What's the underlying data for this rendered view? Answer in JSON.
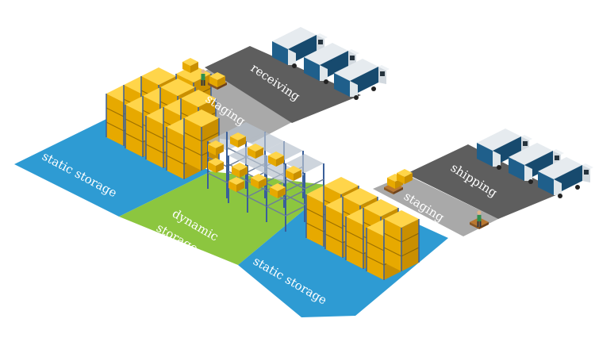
{
  "zones": {
    "receiving": "receiving",
    "staging_top": "staging",
    "static_storage_left": "static storage",
    "dynamic_storage_line1": "dynamic",
    "dynamic_storage_line2": "storage",
    "static_storage_bottom": "static storage",
    "staging_right": "staging",
    "shipping": "shipping"
  },
  "colors": {
    "static_storage": "#2e9bd3",
    "dynamic_storage": "#8cc63f",
    "receiving_shipping": "#5e5e5e",
    "staging": "#a9a9a9",
    "rack_frame": "#3a5f9a",
    "boxes": "#f3c21b",
    "truck_cab": "#1f5f8b",
    "truck_trailer": "#cfd8df"
  },
  "icons": {
    "truck": "truck-icon",
    "rack": "rack-icon",
    "worker": "worker-icon",
    "pallet": "pallet-icon"
  }
}
